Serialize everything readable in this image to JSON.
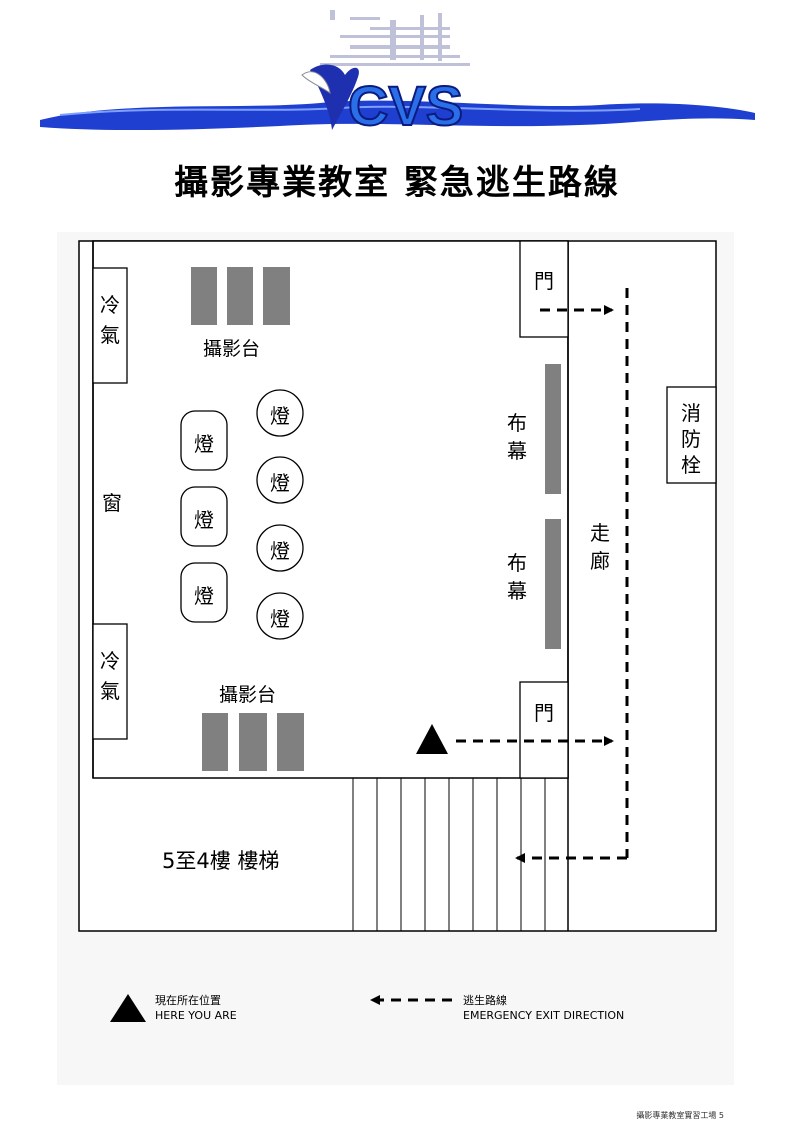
{
  "logo": {
    "text": "CVS",
    "icon": "taiwan-bird-logo-icon"
  },
  "title": "攝影專業教室  緊急逃生路線",
  "rooms": {
    "ac_top": [
      "冷",
      "氣"
    ],
    "ac_bottom": [
      "冷",
      "氣"
    ],
    "window": "窗",
    "stage_top": "攝影台",
    "stage_bottom": "攝影台",
    "lamp": "燈",
    "door_top": "門",
    "door_bottom": "門",
    "curtain_top": [
      "布",
      "幕"
    ],
    "curtain_bottom": [
      "布",
      "幕"
    ],
    "corridor": [
      "走",
      "廊"
    ],
    "hydrant": [
      "消",
      "防",
      "栓"
    ],
    "stairs": "5至4樓 樓梯"
  },
  "legend": {
    "here_zh": "現在所在位置",
    "here_en": "HERE YOU ARE",
    "exit_zh": "逃生路線",
    "exit_en": "EMERGENCY EXIT DIRECTION",
    "here_icon": "you-are-here-triangle-icon",
    "exit_icon": "exit-direction-arrow-icon"
  },
  "footer": "攝影專業教室實習工場 5"
}
